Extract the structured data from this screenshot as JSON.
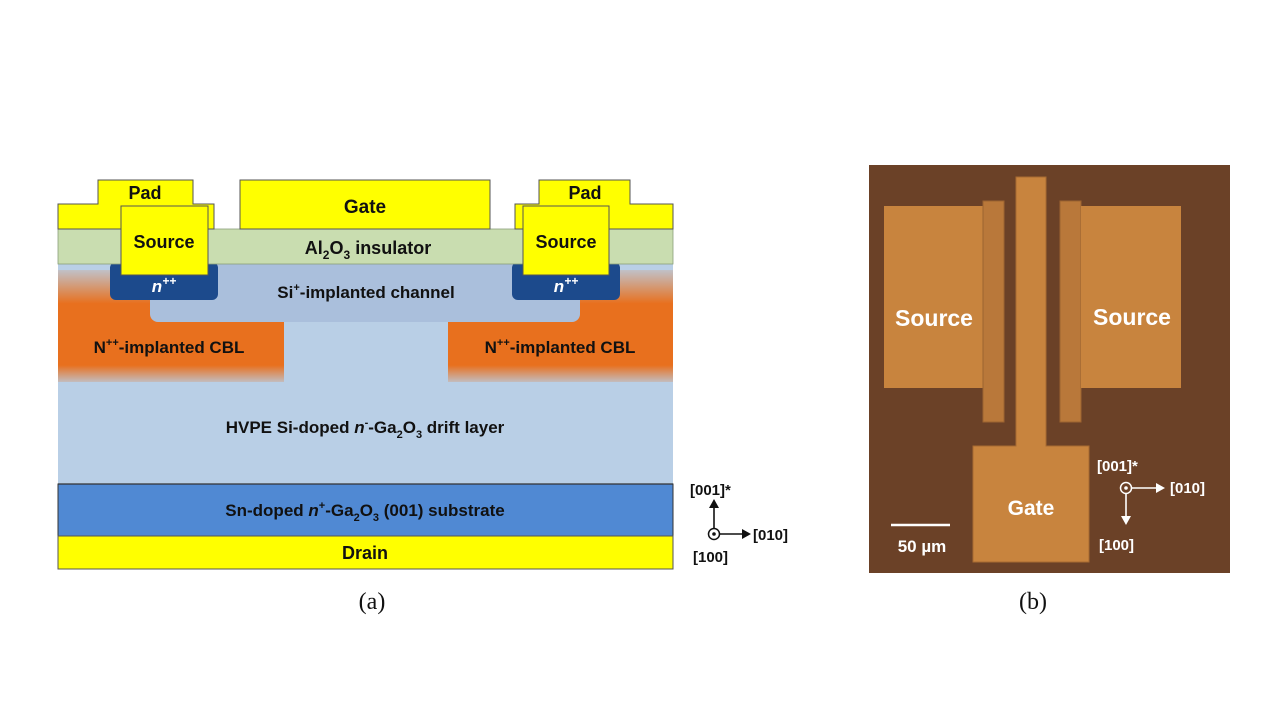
{
  "panel_a": {
    "caption": "(a)",
    "pad_left": "Pad",
    "pad_right": "Pad",
    "gate": "Gate",
    "source_left": "Source",
    "source_right": "Source",
    "insulator": {
      "pre": "Al",
      "sub1": "2",
      "mid": "O",
      "sub2": "3",
      "post": " insulator"
    },
    "nplus_left": {
      "base": "n",
      "sup": "++"
    },
    "nplus_right": {
      "base": "n",
      "sup": "++"
    },
    "channel": {
      "pre": "Si",
      "sup": "+",
      "post": "-implanted channel"
    },
    "cbl_left": {
      "pre": "N",
      "sup": "++",
      "post": "-implanted CBL"
    },
    "cbl_right": {
      "pre": "N",
      "sup": "++",
      "post": "-implanted CBL"
    },
    "drift": {
      "pre": "HVPE Si-doped ",
      "ital": "n",
      "sup": "-",
      "mid": "-Ga",
      "sub1": "2",
      "mid2": "O",
      "sub2": "3",
      "post": " drift layer"
    },
    "substrate": {
      "pre": "Sn-doped ",
      "ital": "n",
      "sup": "+",
      "mid": "-Ga",
      "sub1": "2",
      "mid2": "O",
      "sub2": "3",
      "post": " (001) substrate"
    },
    "drain": "Drain",
    "axes": {
      "top": "[001]*",
      "right": "[010]",
      "bottom": "[100]"
    }
  },
  "panel_b": {
    "caption": "(b)",
    "source_left": "Source",
    "source_right": "Source",
    "gate": "Gate",
    "scale": "50 µm",
    "axes": {
      "top": "[001]*",
      "right": "[010]",
      "bottom": "[100]"
    }
  },
  "colors": {
    "metal": "#ffff00",
    "insulator": "#c9ddb0",
    "channel": "#aabfdc",
    "nplus": "#1c4a8c",
    "cbl": "#e8701e",
    "drift": "#b9cfe6",
    "substrate": "#5089d3",
    "micrograph_bg": "#6b4127",
    "micrograph_metal": "#c8843e"
  }
}
